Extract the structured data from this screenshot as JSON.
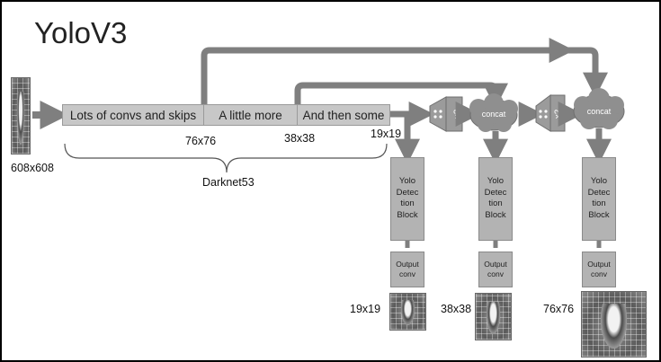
{
  "title": "YoloV3",
  "input": {
    "size_label": "608x608"
  },
  "backbone": {
    "segments": [
      "Lots of convs and skips",
      "A little more",
      "And then some"
    ],
    "scale_labels": [
      "76x76",
      "38x38",
      "19x19"
    ],
    "brace_label": "Darknet53"
  },
  "upsample_label": "x2",
  "concat_label": "concat",
  "detection_block_label": "Yolo Detec tion Block",
  "output_conv_label": "Output conv",
  "heads": [
    {
      "scale": "19x19"
    },
    {
      "scale": "38x38"
    },
    {
      "scale": "76x76"
    }
  ],
  "colors": {
    "arrow": "#7f7f7f",
    "block": "#b3b3b3",
    "bar": "#c7c7c7"
  }
}
